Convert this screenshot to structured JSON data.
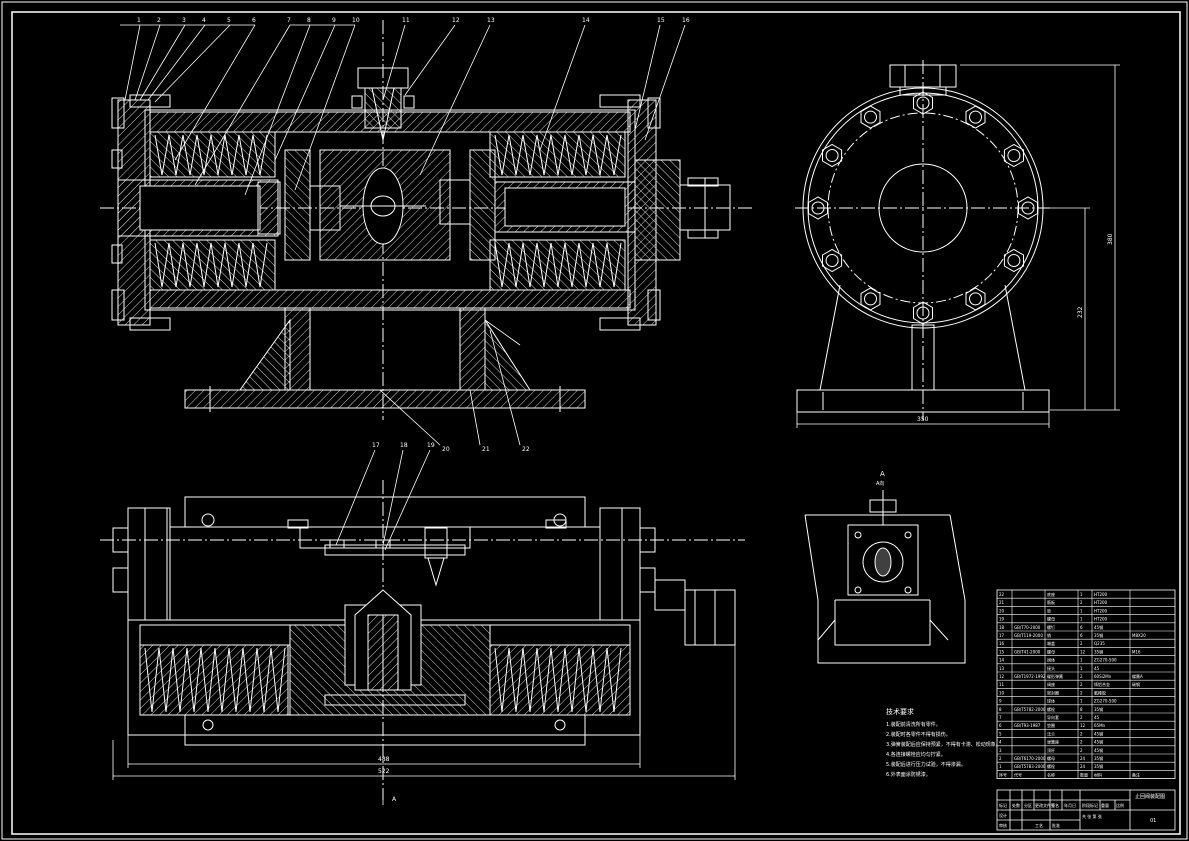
{
  "colors": {
    "background": "#000000",
    "line": "#ffffff",
    "hatch": "#d8d8d8"
  },
  "balloons": {
    "top_view": [
      "1",
      "2",
      "3",
      "4",
      "5",
      "6",
      "7",
      "8",
      "9",
      "10",
      "11",
      "12",
      "13",
      "14",
      "15",
      "16"
    ],
    "base": [
      "20",
      "21",
      "22"
    ],
    "front_view": [
      "17",
      "18",
      "19"
    ]
  },
  "dimensions": {
    "front_total": "522",
    "front_sub": "488",
    "side_height": "380",
    "side_center": "232",
    "side_width": "350"
  },
  "labels": {
    "section_mark": "A",
    "detail_title": "A",
    "detail_sub": "A向"
  },
  "technical_notes": {
    "title": "技术要求",
    "lines": [
      "1.装配前清洗所有零件。",
      "2.装配时各零件不得有损伤。",
      "3.弹簧装配后应保持预紧，不得有卡滞、松动现象。",
      "4.各连接螺栓应均匀拧紧。",
      "5.装配后进行压力试验，不得渗漏。",
      "6.外表面涂防锈漆。"
    ]
  },
  "parts_list": [
    {
      "no": "22",
      "code": "",
      "name": "底座",
      "qty": "1",
      "material": "HT200",
      "note": ""
    },
    {
      "no": "21",
      "code": "",
      "name": "筋板",
      "qty": "2",
      "material": "HT200",
      "note": ""
    },
    {
      "no": "20",
      "code": "",
      "name": "垫",
      "qty": "1",
      "material": "HT200",
      "note": ""
    },
    {
      "no": "19",
      "code": "",
      "name": "螺母",
      "qty": "1",
      "material": "HT200",
      "note": ""
    },
    {
      "no": "18",
      "code": "GB/T70-2000",
      "name": "螺钉",
      "qty": "6",
      "material": "45钢",
      "note": ""
    },
    {
      "no": "17",
      "code": "GB/T119-2000",
      "name": "销",
      "qty": "6",
      "material": "35钢",
      "note": "M8X20"
    },
    {
      "no": "16",
      "code": "",
      "name": "端盖",
      "qty": "2",
      "material": "Q235",
      "note": ""
    },
    {
      "no": "15",
      "code": "GB/T41-2000",
      "name": "螺母",
      "qty": "12",
      "material": "35钢",
      "note": "M16"
    },
    {
      "no": "14",
      "code": "",
      "name": "阀体",
      "qty": "1",
      "material": "ZG270-500",
      "note": ""
    },
    {
      "no": "13",
      "code": "",
      "name": "接头",
      "qty": "1",
      "material": "45",
      "note": ""
    },
    {
      "no": "12",
      "code": "GB/T1972-1992",
      "name": "碟形弹簧",
      "qty": "2",
      "material": "60Si2Mn",
      "note": "蝶簧A"
    },
    {
      "no": "11",
      "code": "",
      "name": "阀座",
      "qty": "2",
      "material": "铸铝合金",
      "note": "碳钢"
    },
    {
      "no": "10",
      "code": "",
      "name": "密封圈",
      "qty": "2",
      "material": "氟橡胶",
      "note": ""
    },
    {
      "no": "9",
      "code": "",
      "name": "球体",
      "qty": "1",
      "material": "ZG270-500",
      "note": ""
    },
    {
      "no": "8",
      "code": "GB/T5782-2000",
      "name": "螺栓",
      "qty": "8",
      "material": "35钢",
      "note": ""
    },
    {
      "no": "7",
      "code": "",
      "name": "导向套",
      "qty": "2",
      "material": "45",
      "note": ""
    },
    {
      "no": "6",
      "code": "GB/T93-1987",
      "name": "垫圈",
      "qty": "12",
      "material": "65Mn",
      "note": ""
    },
    {
      "no": "5",
      "code": "",
      "name": "法兰",
      "qty": "2",
      "material": "45钢",
      "note": ""
    },
    {
      "no": "4",
      "code": "",
      "name": "弹簧座",
      "qty": "2",
      "material": "45钢",
      "note": ""
    },
    {
      "no": "3",
      "code": "",
      "name": "顶杆",
      "qty": "2",
      "material": "45钢",
      "note": ""
    },
    {
      "no": "2",
      "code": "GB/T6170-2000",
      "name": "螺母",
      "qty": "24",
      "material": "35钢",
      "note": ""
    },
    {
      "no": "1",
      "code": "GB/T5783-2000",
      "name": "螺栓",
      "qty": "24",
      "material": "35钢",
      "note": ""
    }
  ],
  "parts_header": {
    "no": "序号",
    "code": "代号",
    "name": "名称",
    "qty": "数量",
    "material": "材料",
    "note": "备注"
  },
  "title_block": {
    "drawing_title": "止回阀装配图",
    "scale_label": "比例",
    "sheet_label": "共 张 第 张",
    "row_labels": [
      "标记",
      "处数",
      "分区",
      "更改文件号",
      "签名",
      "年月日"
    ],
    "design_label": "设计",
    "check_label": "审核",
    "process_label": "工艺",
    "approve_label": "批准",
    "stage_label": "阶段标记",
    "weight_label": "重量",
    "drawing_no": "01"
  }
}
